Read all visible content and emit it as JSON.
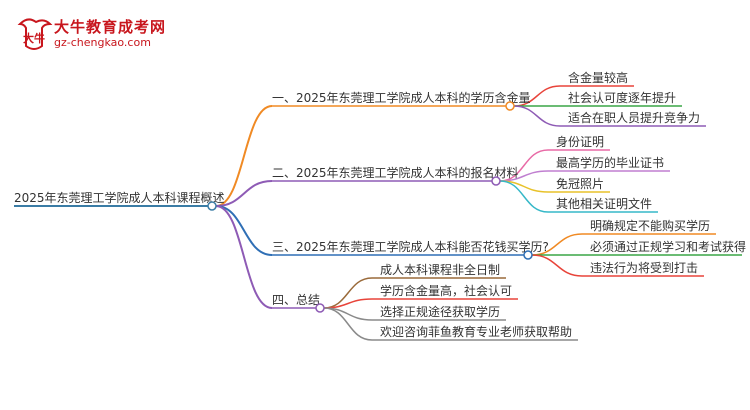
{
  "logo": {
    "title": "大牛教育成考网",
    "url": "gz-chengkao.com",
    "mark_text": "大牛"
  },
  "root": {
    "label": "2025年东莞理工学院成人本科课程概述",
    "color": "#3a7ca5"
  },
  "branches": [
    {
      "label": "一、2025年东莞理工学院成人本科的学历含金量",
      "color": "#f08a24",
      "children": [
        {
          "label": "含金量较高",
          "color": "#e8443a"
        },
        {
          "label": "社会认可度逐年提升",
          "color": "#3aa646"
        },
        {
          "label": "适合在职人员提升竞争力",
          "color": "#8e5bb5"
        }
      ]
    },
    {
      "label": "二、2025年东莞理工学院成人本科的报名材料",
      "color": "#8e5bb5",
      "children": [
        {
          "label": "身份证明",
          "color": "#e86aa6"
        },
        {
          "label": "最高学历的毕业证书",
          "color": "#c07fd0"
        },
        {
          "label": "免冠照片",
          "color": "#e8c22a"
        },
        {
          "label": "其他相关证明文件",
          "color": "#36b8c8"
        }
      ]
    },
    {
      "label": "三、2025年东莞理工学院成人本科能否花钱买学历?",
      "color": "#2f6fb5",
      "children": [
        {
          "label": "明确规定不能购买学历",
          "color": "#f08a24"
        },
        {
          "label": "必须通过正规学习和考试获得",
          "color": "#3aa646"
        },
        {
          "label": "违法行为将受到打击",
          "color": "#e8443a"
        }
      ]
    },
    {
      "label": "四、总结",
      "color": "#8e5bb5",
      "children": [
        {
          "label": "成人本科课程非全日制",
          "color": "#9a6a3a"
        },
        {
          "label": "学历含金量高，社会认可",
          "color": "#e8443a"
        },
        {
          "label": "选择正规途径获取学历",
          "color": "#8a8a8a"
        },
        {
          "label": "欢迎咨询菲鱼教育专业老师获取帮助",
          "color": "#8a8a8a"
        }
      ]
    }
  ]
}
